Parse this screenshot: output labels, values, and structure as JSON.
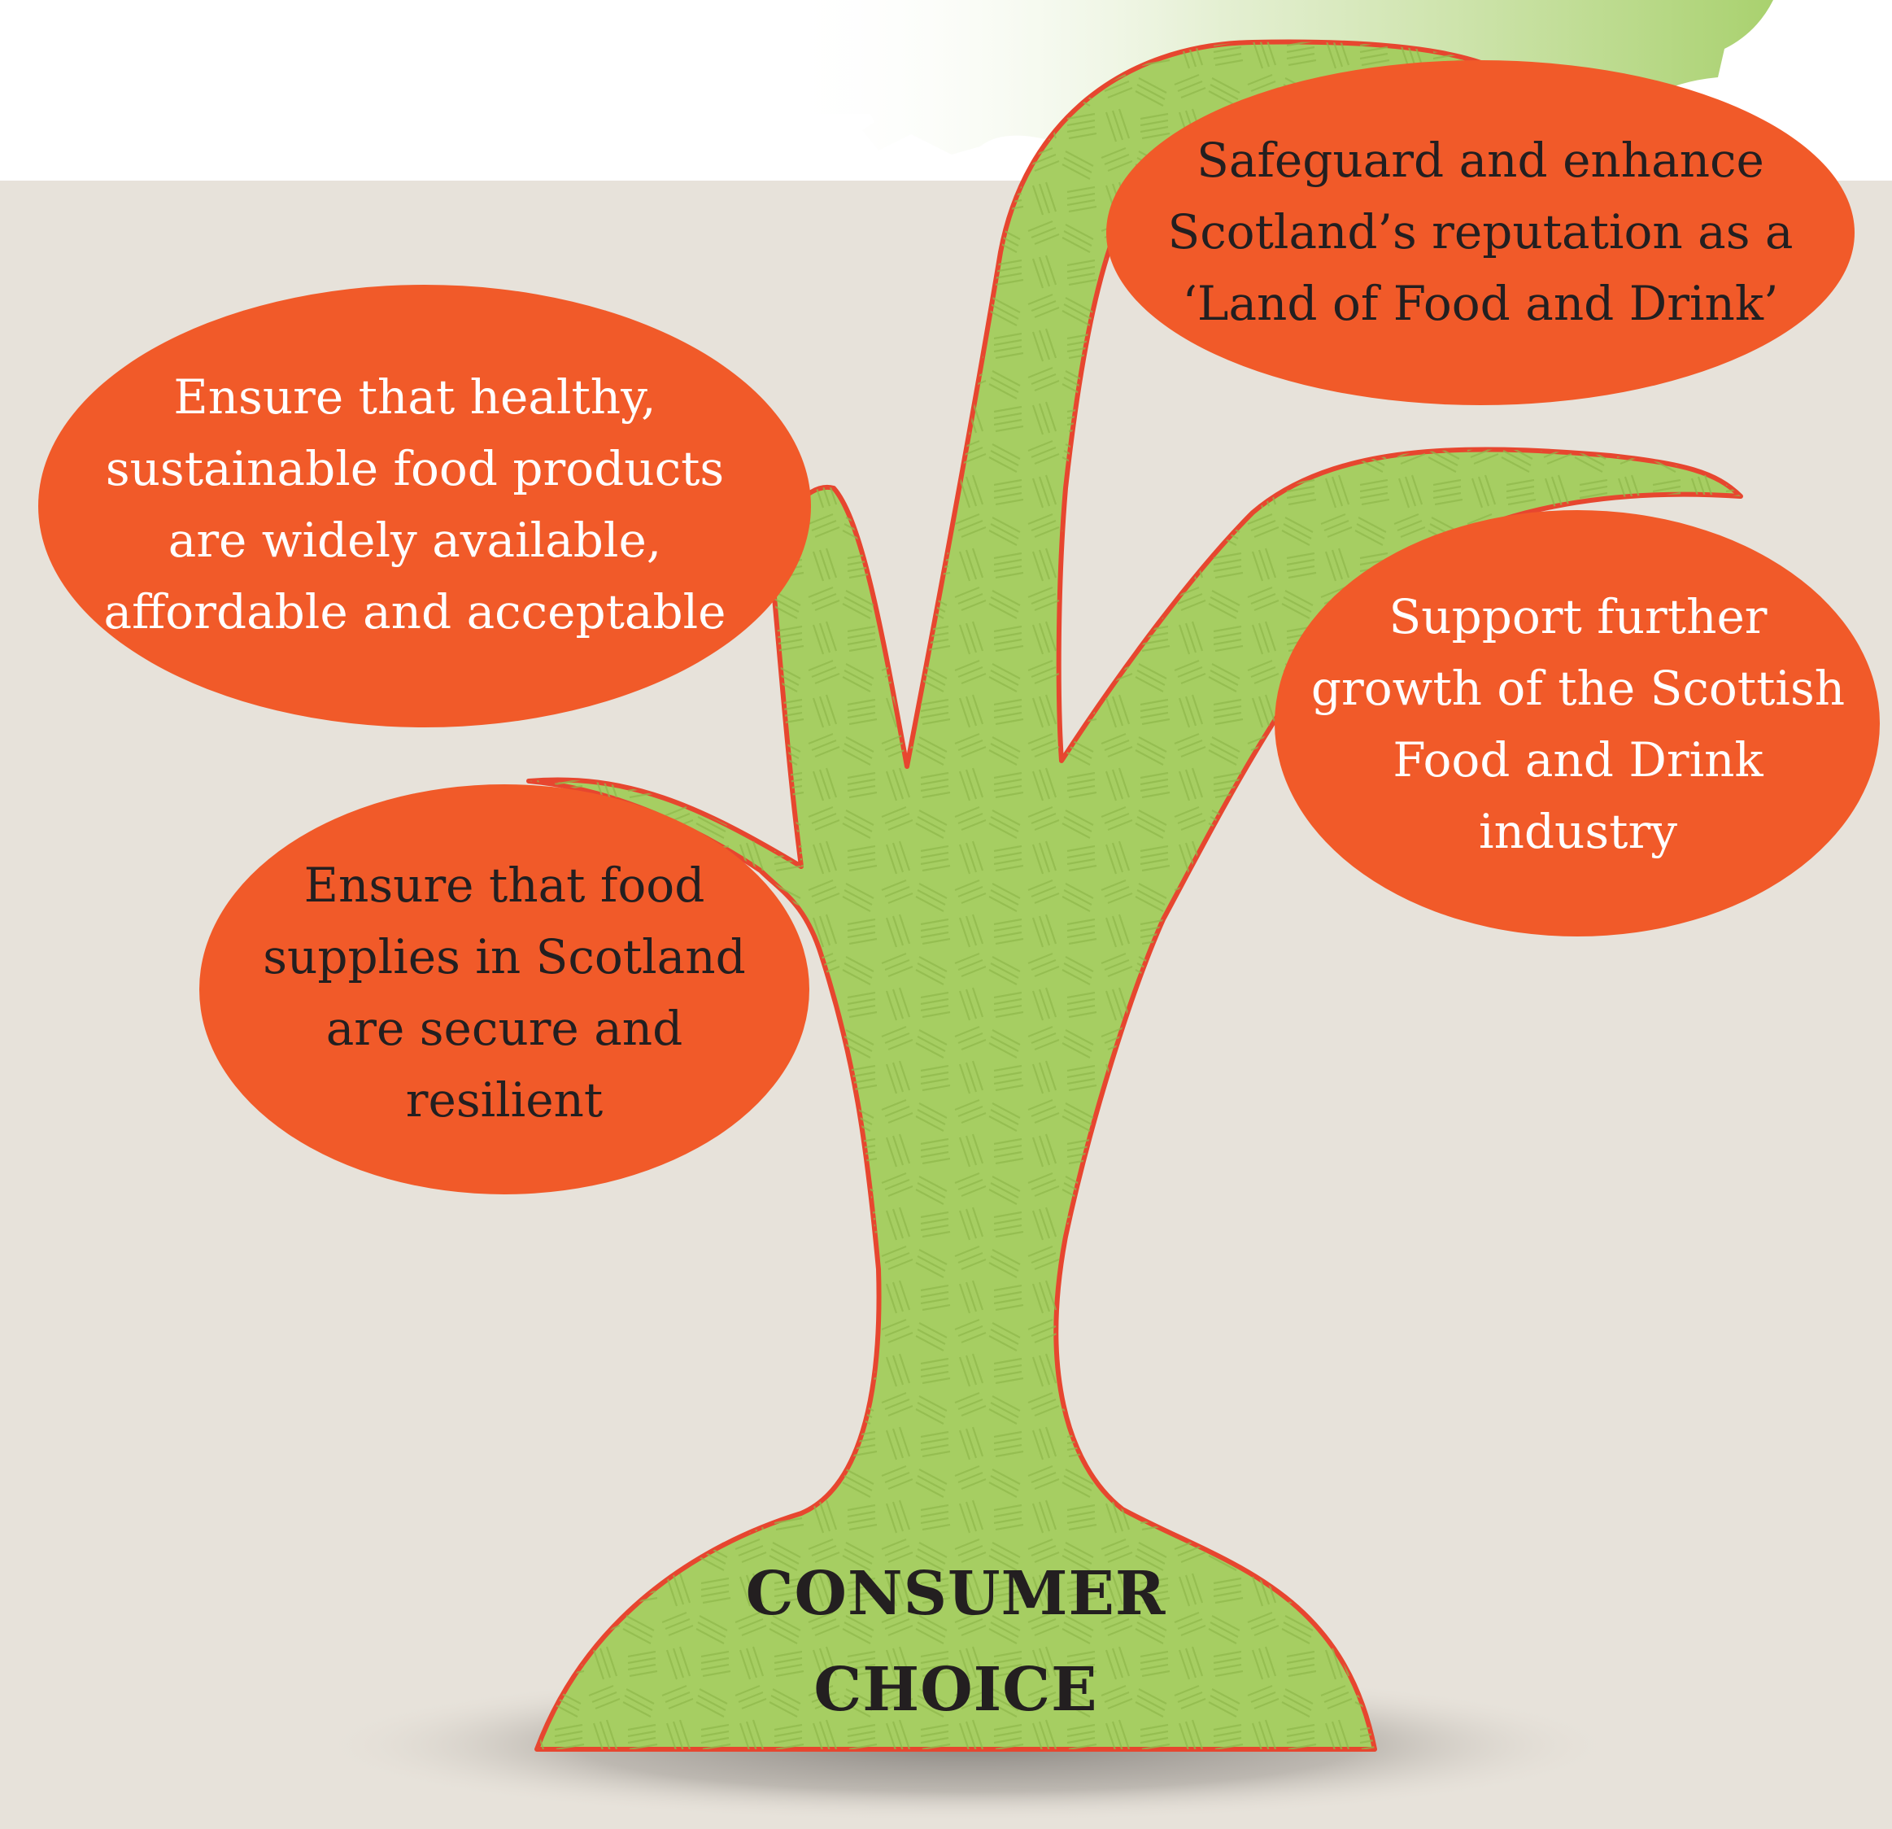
{
  "colors": {
    "background_panel": "#E7E2DA",
    "trunk_fill": "#A6CE62",
    "trunk_outline": "#E7462F",
    "bubble_fill": "#F15A29",
    "bubble_text_light": "#FFFFFF",
    "bubble_text_dark": "#231F20",
    "root_label": "#231F20",
    "map_fill": "#A9D16E"
  },
  "diagram": {
    "root_label": "CONSUMER\nCHOICE",
    "outcomes": [
      {
        "id": "reputation",
        "text": "Safeguard and enhance\nScotland’s reputation as a\n‘Land of Food and Drink’"
      },
      {
        "id": "healthy",
        "text": "Ensure that healthy,\nsustainable food products\nare widely available,\naffordable and acceptable"
      },
      {
        "id": "growth",
        "text": "Support further\ngrowth of the Scottish\nFood and Drink\nindustry"
      },
      {
        "id": "supplies",
        "text": "Ensure that food\nsupplies in Scotland\nare secure and\nresilient"
      }
    ]
  }
}
